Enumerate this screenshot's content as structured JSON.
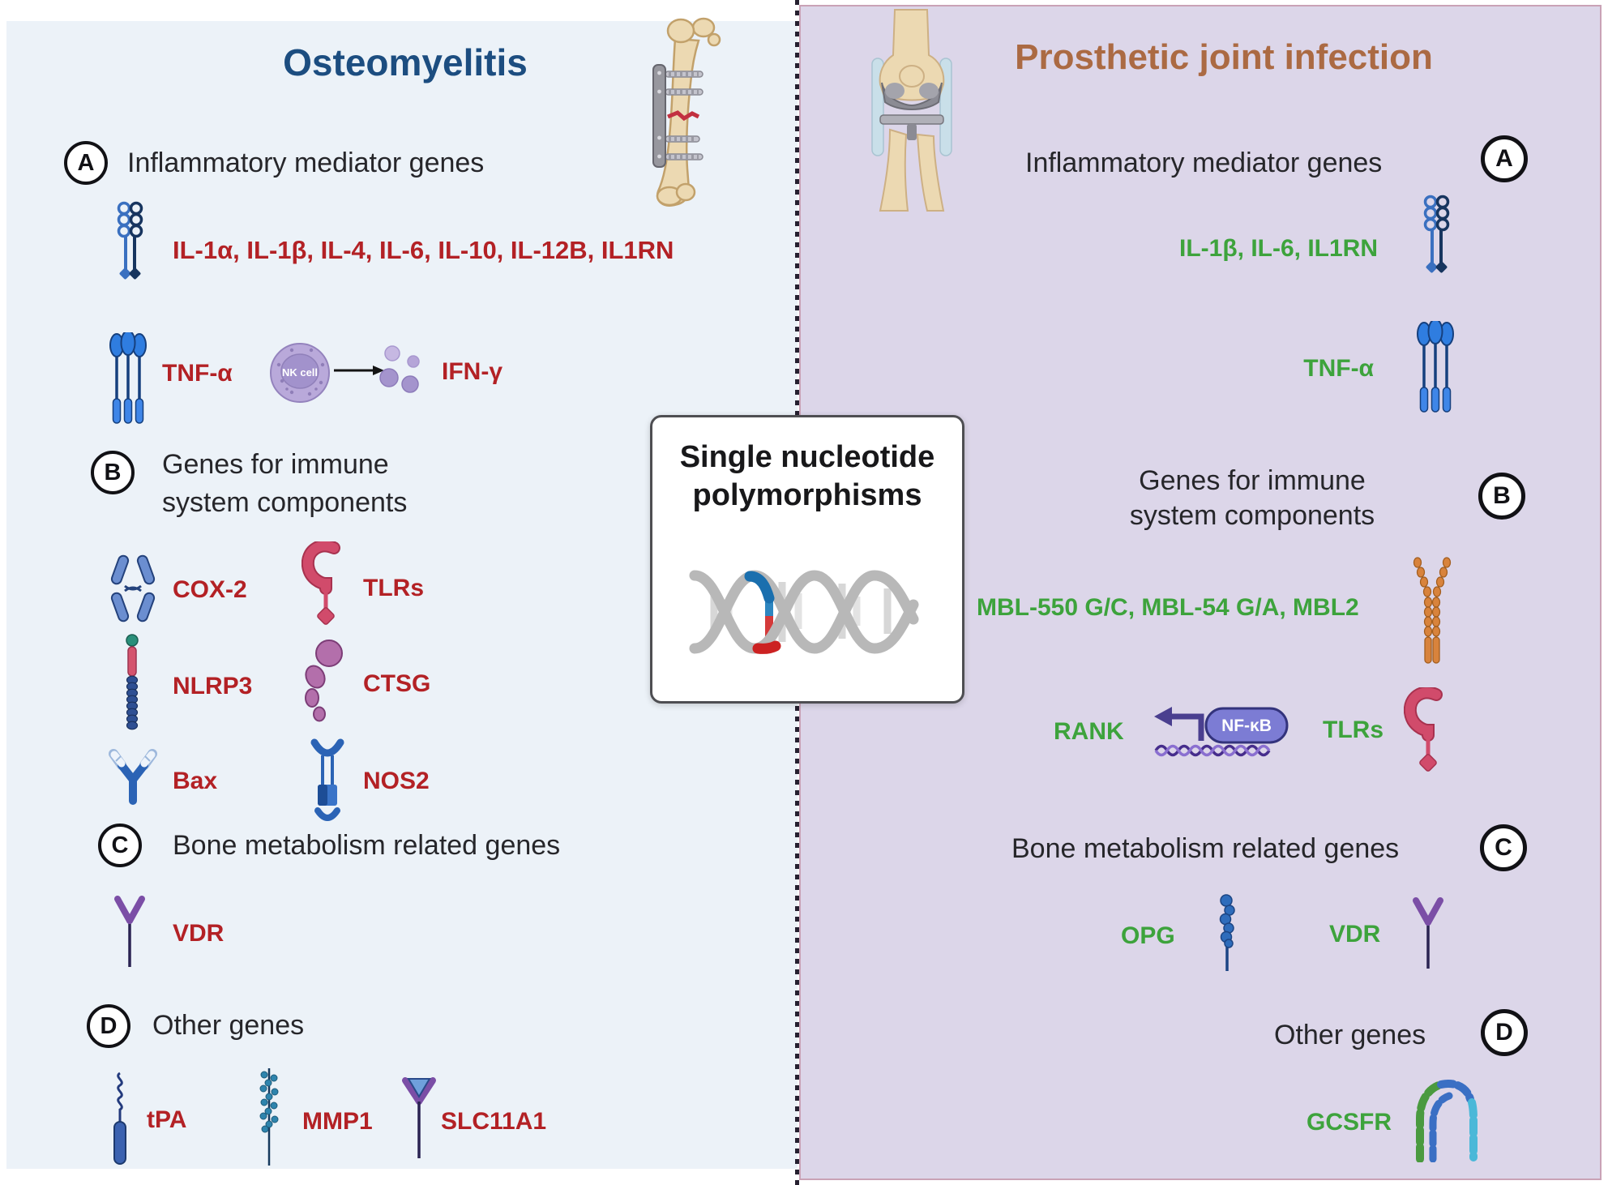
{
  "snp_box": {
    "line1": "Single nucleotide",
    "line2": "polymorphisms"
  },
  "left": {
    "title": "Osteomyelitis",
    "sections": {
      "a": {
        "letter": "A",
        "label": "Inflammatory mediator genes"
      },
      "b": {
        "letter": "B",
        "label_line1": "Genes for immune",
        "label_line2": "system components"
      },
      "c": {
        "letter": "C",
        "label": "Bone metabolism related genes"
      },
      "d": {
        "letter": "D",
        "label": "Other genes"
      }
    },
    "labels": {
      "interleukins": "IL-1α, IL-1β, IL-4, IL-6, IL-10, IL-12B, IL1RN",
      "tnf": "TNF-α",
      "nk_cell": "NK cell",
      "ifn": "IFN-γ",
      "cox2": "COX-2",
      "tlrs": "TLRs",
      "nlrp3": "NLRP3",
      "ctsg": "CTSG",
      "bax": "Bax",
      "nos2": "NOS2",
      "vdr": "VDR",
      "tpa": "tPA",
      "mmp1": "MMP1",
      "slc11a1": "SLC11A1"
    }
  },
  "right": {
    "title": "Prosthetic joint infection",
    "sections": {
      "a": {
        "letter": "A",
        "label": "Inflammatory mediator genes"
      },
      "b": {
        "letter": "B",
        "label_line1": "Genes for immune",
        "label_line2": "system components"
      },
      "c": {
        "letter": "C",
        "label": "Bone metabolism related genes"
      },
      "d": {
        "letter": "D",
        "label": "Other genes"
      }
    },
    "labels": {
      "interleukins": "IL-1β, IL-6, IL1RN",
      "tnf": "TNF-α",
      "mbl": "MBL-550 G/C, MBL-54 G/A, MBL2",
      "rank": "RANK",
      "nfkb": "NF-κB",
      "tlrs": "TLRs",
      "opg": "OPG",
      "vdr": "VDR",
      "gcsfr": "GCSFR"
    }
  },
  "colors": {
    "left_bg": "#ecf2f8",
    "right_bg": "#dcd6e9",
    "divider_dot": "#262030",
    "left_title": "#1c4d80",
    "right_title": "#ab6a43",
    "gene_red": "#b32125",
    "gene_green": "#3da33c",
    "heading_text": "#26262a"
  }
}
